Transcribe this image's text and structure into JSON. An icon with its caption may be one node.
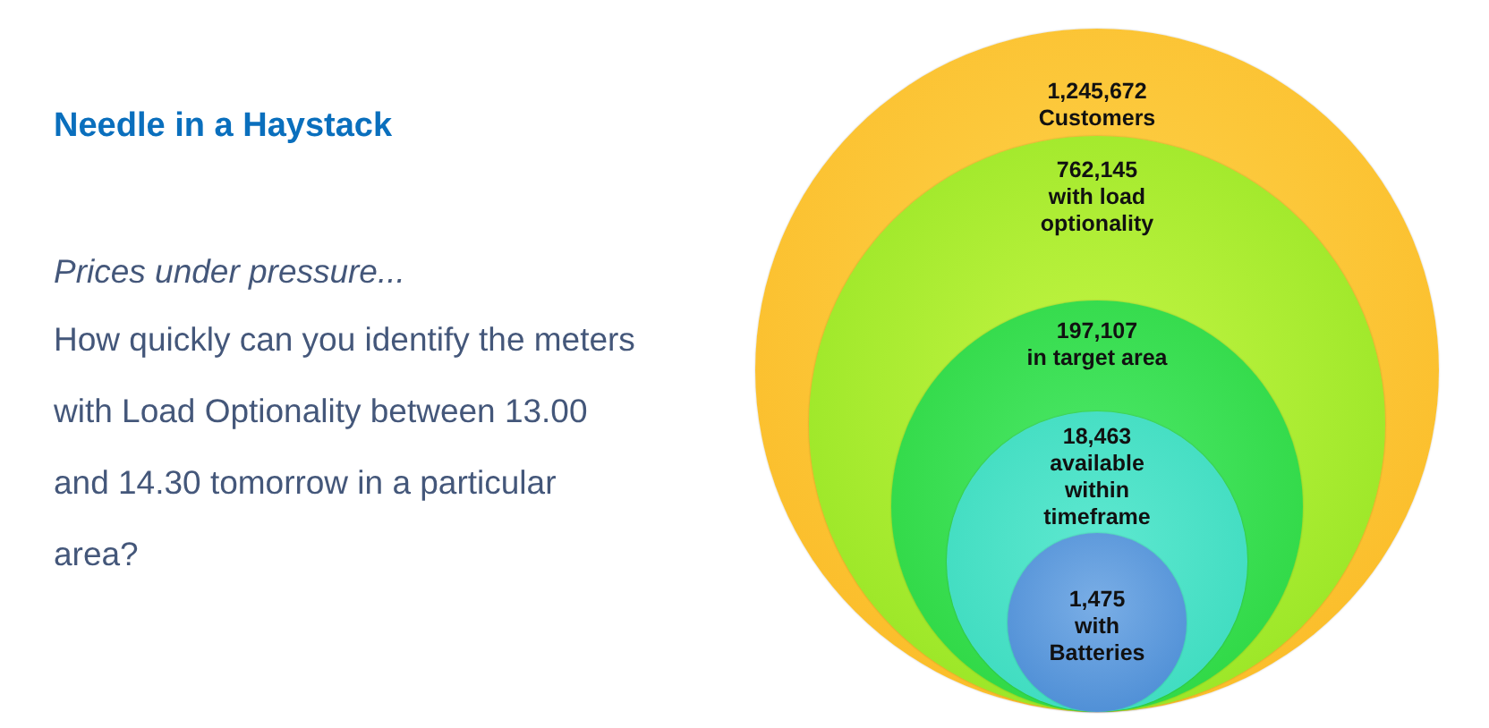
{
  "diagram": {
    "title": "Needle in a Haystack",
    "nodes": [
      {
        "text": [
          "1,245,672",
          "Customers"
        ]
      },
      {
        "text": [
          "762,145",
          "with load optionality"
        ],
        "in": 0
      },
      {
        "text": [
          "197,107",
          "in target area"
        ],
        "in": 1
      },
      {
        "text": [
          "18,463",
          "available within timeframe"
        ],
        "in": 2
      },
      {
        "text": [
          "1,475",
          "with Batteries"
        ],
        "in": 3
      }
    ],
    "labels": [
      "Prices under pressure...",
      "How quickly can you identify the meters with Load Optionality between 13.00 and 14.30 tomorrow in a particular area?"
    ]
  }
}
